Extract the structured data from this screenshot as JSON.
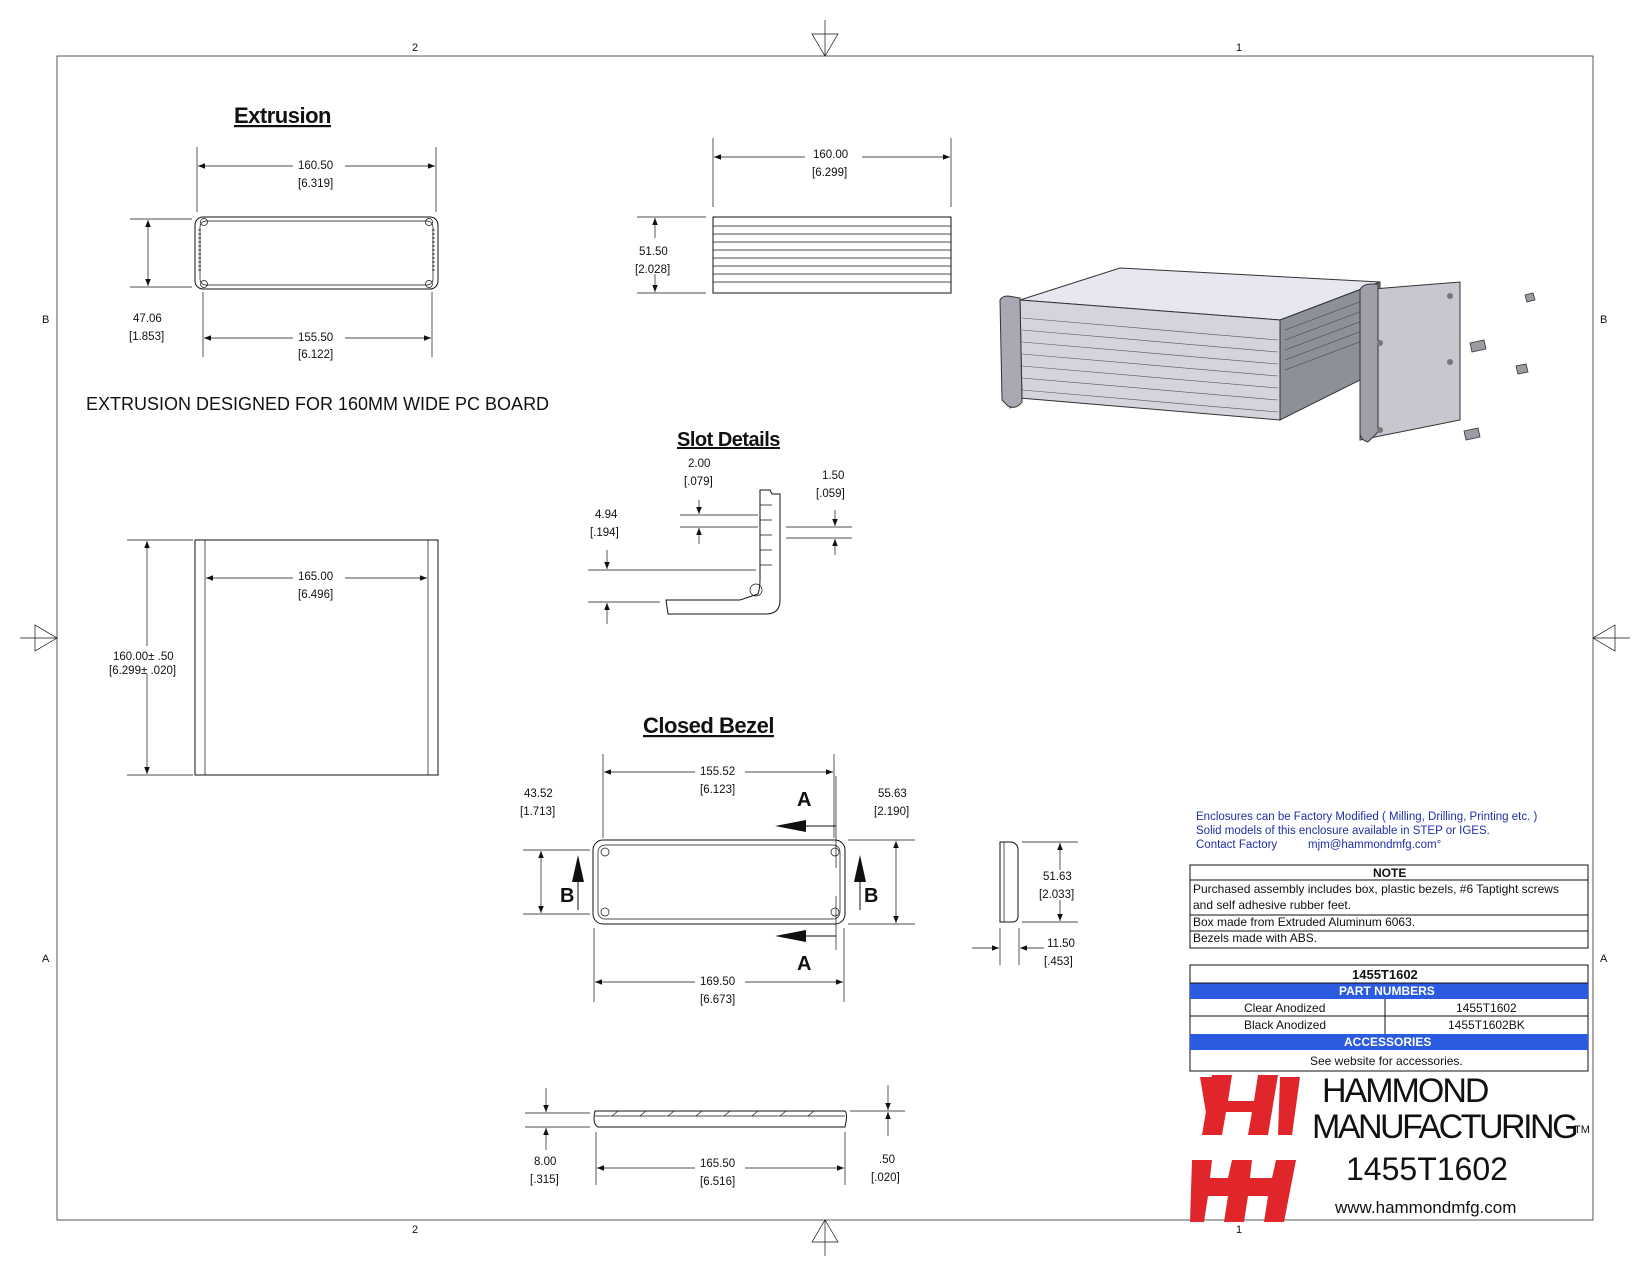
{
  "zones": {
    "top_left": "2",
    "top_right": "1",
    "bottom_left": "2",
    "bottom_right": "1",
    "left_upper": "B",
    "left_lower": "A",
    "right_upper": "B",
    "right_lower": "A"
  },
  "extrusion": {
    "title": "Extrusion",
    "top_width": "160.50",
    "top_width_in": "[6.319]",
    "height": "47.06",
    "height_in": "[1.853]",
    "bottom_width": "155.50",
    "bottom_width_in": "[6.122]",
    "side_length": "160.00",
    "side_length_in": "[6.299]",
    "side_height": "51.50",
    "side_height_in": "[2.028]",
    "note": "EXTRUSION DESIGNED FOR 160MM WIDE PC BOARD"
  },
  "plan": {
    "inner_width": "165.00",
    "inner_width_in": "[6.496]",
    "length": "160.00± .50",
    "length_in": "[6.299± .020]"
  },
  "slot": {
    "title": "Slot Details",
    "slot_width": "2.00",
    "slot_width_in": "[.079]",
    "slot_depth": "1.50",
    "slot_depth_in": "[.059]",
    "offset": "4.94",
    "offset_in": "[.194]"
  },
  "bezel": {
    "title": "Closed Bezel",
    "inner_width": "155.52",
    "inner_width_in": "[6.123]",
    "inner_height": "43.52",
    "inner_height_in": "[1.713]",
    "outer_height": "55.63",
    "outer_height_in": "[2.190]",
    "outer_width": "169.50",
    "outer_width_in": "[6.673]",
    "section_a": "A",
    "section_b": "B",
    "side_height": "51.63",
    "side_height_in": "[2.033]",
    "side_depth": "11.50",
    "side_depth_in": "[.453]",
    "thickness": "8.00",
    "thickness_in": "[.315]",
    "bottom_width": "165.50",
    "bottom_width_in": "[6.516]",
    "lip": ".50",
    "lip_in": "[.020]"
  },
  "info": {
    "line1": "Enclosures can be Factory Modified ( Milling, Drilling, Printing etc. )",
    "line2": "Solid models of this enclosure available in STEP or IGES.",
    "line3_label": "Contact Factory",
    "line3_email": "mjm@hammondmfg.com°"
  },
  "note_table": {
    "header": "NOTE",
    "row1a": "Purchased assembly includes box, plastic bezels, #6 Taptight screws",
    "row1b": "and self adhesive rubber feet.",
    "row2": "Box made from Extruded Aluminum 6063.",
    "row3": "Bezels made with ABS."
  },
  "parts_table": {
    "part": "1455T1602",
    "part_numbers_header": "PART NUMBERS",
    "rows": [
      {
        "label": "Clear Anodized",
        "value": "1455T1602"
      },
      {
        "label": "Black Anodized",
        "value": "1455T1602BK"
      }
    ],
    "accessories_header": "ACCESSORIES",
    "accessories_text": "See website for accessories."
  },
  "brand": {
    "name_line1": "HAMMOND",
    "name_line2": "MANUFACTURING",
    "tm": "TM",
    "part": "1455T1602",
    "url": "www.hammondmfg.com",
    "red": "#e0262b",
    "blue": "#2b5be0"
  }
}
